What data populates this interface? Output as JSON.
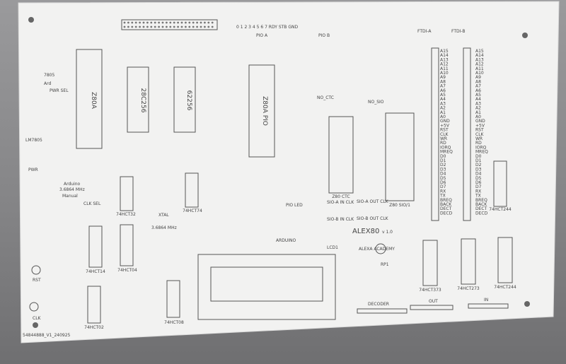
{
  "board": {
    "title": "ALEX80",
    "version": "v 1.0",
    "brand": "ALEXA ACADEMY",
    "serial": "54844888_V1_240925",
    "bottom_label": "ARDUINO"
  },
  "chips": {
    "cpu": "Z80A",
    "rom": "28C256",
    "ram": "62256",
    "pio": "Z80A PIO",
    "sio": "Z80 SIO/1",
    "ctc": "Z80 CTC"
  },
  "logic": [
    "74HCT32",
    "74HCT74",
    "74HCT14",
    "74HCT04",
    "74HCT02",
    "74HCT08",
    "74HCT373",
    "74HCT273",
    "74HCT244",
    "74HCT244"
  ],
  "left_panel": {
    "regulator": "7805",
    "ard": "Ard",
    "pwr_sel": "PWR SEL",
    "lm": "LM7805",
    "pwr": "PWR",
    "clock_lines": [
      "Arduino",
      "3.6864 MHz",
      "Manual"
    ],
    "clk_sel": "CLK SEL",
    "rst": "RST",
    "clk": "CLK",
    "xtal": "XTAL",
    "xtal_freq": "3.6864 MHz"
  },
  "jumpers": {
    "no_ctc": "NO_CTC",
    "no_sio": "NO_SIO",
    "pio_led": "PIO LED",
    "sioa_clk": "SIO-A IN CLK",
    "sioa_out": "SIO-A OUT CLK",
    "siob_clk": "SIO-B IN CLK",
    "siob_out": "SIO-B OUT CLK"
  },
  "headers": {
    "port_a": "0 1 2 3 4 5 6 7 RDY STB GND",
    "pio_a": "PIO A",
    "pio_b": "PIO B",
    "ftdi_a": "FTDI-A",
    "ftdi_b": "FTDI-B",
    "decoder": "DECODER",
    "out": "OUT",
    "in": "IN",
    "lcd": "LCD1",
    "rp1": "RP1"
  },
  "bus_labels": [
    "A15",
    "A14",
    "A13",
    "A12",
    "A11",
    "A10",
    "A9",
    "A8",
    "A7",
    "A6",
    "A5",
    "A4",
    "A3",
    "A2",
    "A1",
    "A0",
    "GND",
    "+5V",
    "RST",
    "CLK",
    "WR",
    "RD",
    "IORQ",
    "MREQ",
    "D0",
    "D1",
    "D2",
    "D3",
    "D4",
    "D5",
    "D6",
    "D7",
    "RX",
    "TX",
    "BREQ",
    "BACK",
    "DECT",
    "DECD"
  ]
}
